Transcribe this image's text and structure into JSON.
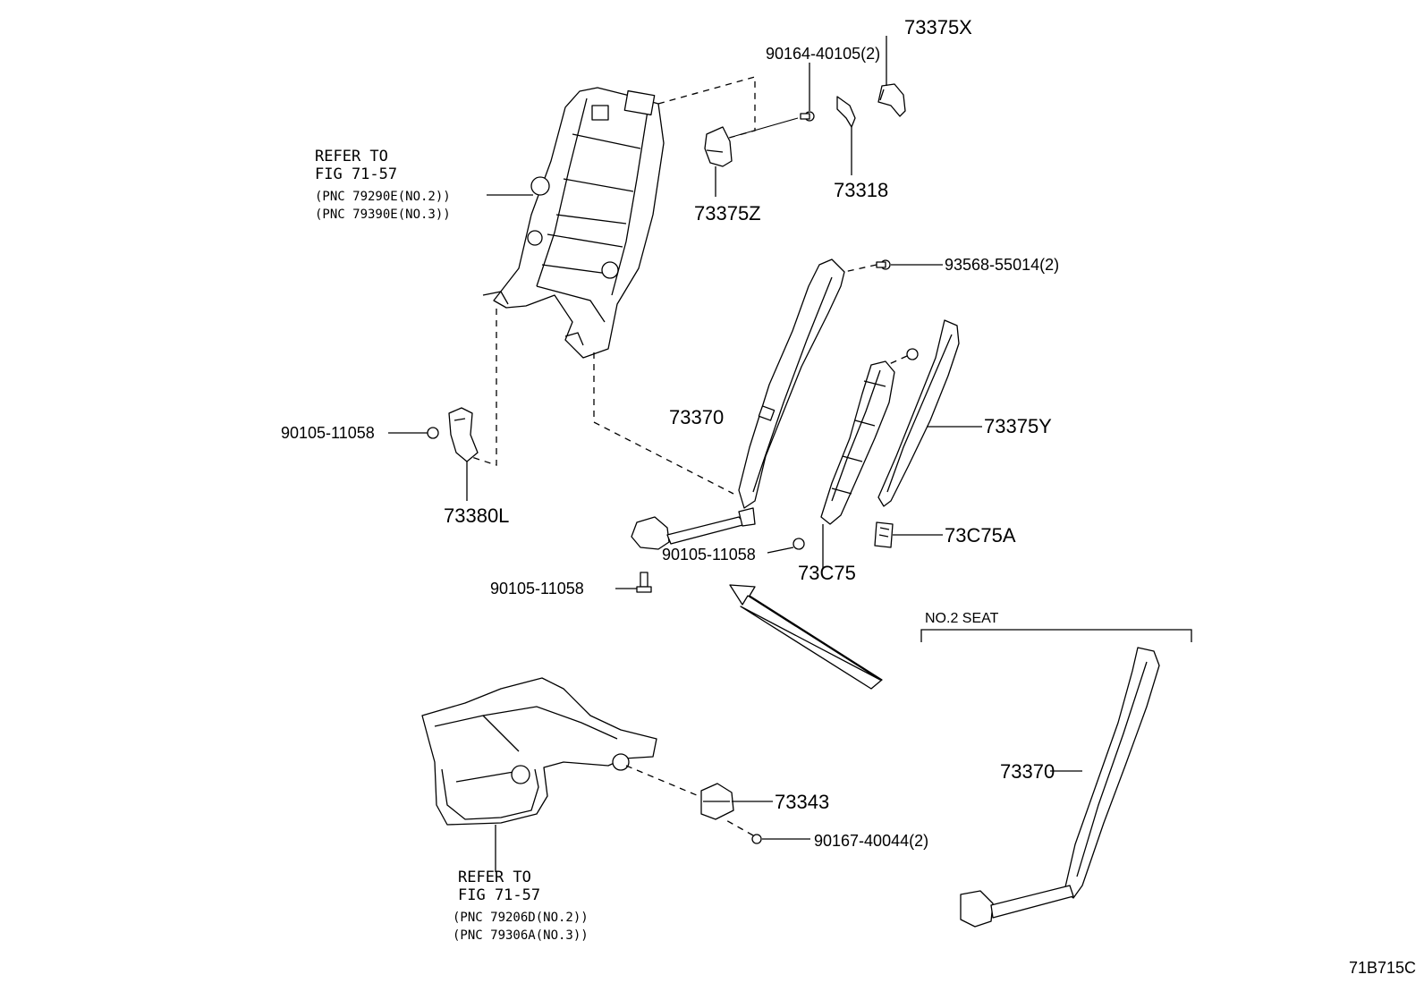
{
  "figure_id": "71B715C",
  "labels": {
    "p73375X": "73375X",
    "p90164": "90164-40105(2)",
    "p73318": "73318",
    "p73375Z": "73375Z",
    "p93568": "93568-55014(2)",
    "p73370_top": "73370",
    "p73375Y": "73375Y",
    "p73C75A": "73C75A",
    "p73C75": "73C75",
    "p90105_mid": "90105-11058",
    "p90105_left": "90105-11058",
    "p90105_low": "90105-11058",
    "p73380L": "73380L",
    "p73343": "73343",
    "p90167": "90167-40044(2)",
    "p73370_bottom": "73370"
  },
  "refs": {
    "top": {
      "line1": "REFER TO",
      "line2": "FIG 71-57",
      "line3": "(PNC 79290E(NO.2))",
      "line4": "(PNC 79390E(NO.3))"
    },
    "bottom": {
      "line1": "REFER TO",
      "line2": "FIG 71-57",
      "line3": "(PNC 79206D(NO.2))",
      "line4": "(PNC 79306A(NO.3))"
    }
  },
  "no2_seat_label": "NO.2 SEAT"
}
